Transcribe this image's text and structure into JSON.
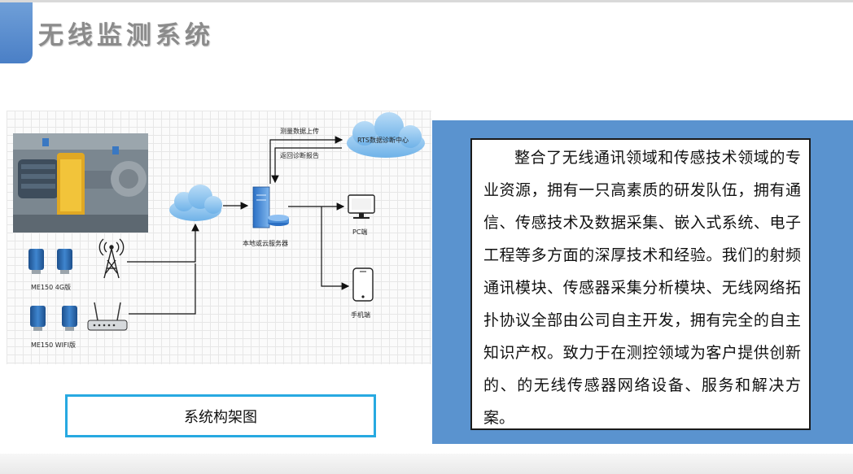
{
  "header": {
    "title": "无线监测系统"
  },
  "diagram": {
    "labels": {
      "upload": "测量数据上传",
      "report": "返回诊断报告",
      "rts": "RTS数据诊断中心",
      "server": "本地或云服务器",
      "pc": "PC端",
      "mobile": "手机端",
      "sensor_4g": "ME150 4G版",
      "sensor_wifi": "ME150 WIFI版"
    },
    "caption": "系统构架图"
  },
  "description": {
    "text": "整合了无线通讯领域和传感技术领域的专业资源，拥有一只高素质的研发队伍，拥有通信、传感技术及数据采集、嵌入式系统、电子工程等多方面的深厚技术和经验。我们的射频通讯模块、传感器采集分析模块、无线网络拓扑协议全部由公司自主开发，拥有完全的自主知识产权。致力于在测控领域为客户提供创新的、的无线传感器网络设备、服务和解决方案。"
  },
  "colors": {
    "accent_blue": "#5a93cf",
    "caption_border": "#27a9e1",
    "title_gray": "#8b8b8b"
  }
}
